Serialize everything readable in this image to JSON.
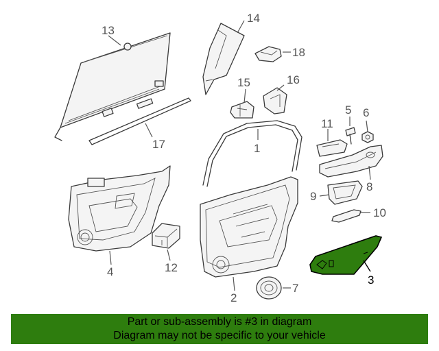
{
  "diagram": {
    "callouts": [
      "1",
      "2",
      "3",
      "4",
      "5",
      "6",
      "7",
      "8",
      "9",
      "10",
      "11",
      "12",
      "13",
      "14",
      "15",
      "16",
      "17",
      "18"
    ],
    "highlighted_part": "3",
    "highlight_color": "#2e7d0e"
  },
  "banner": {
    "line1": "Part or sub-assembly is #3 in diagram",
    "line2": "Diagram may not be specific to your vehicle",
    "background": "#2e7d0e"
  }
}
